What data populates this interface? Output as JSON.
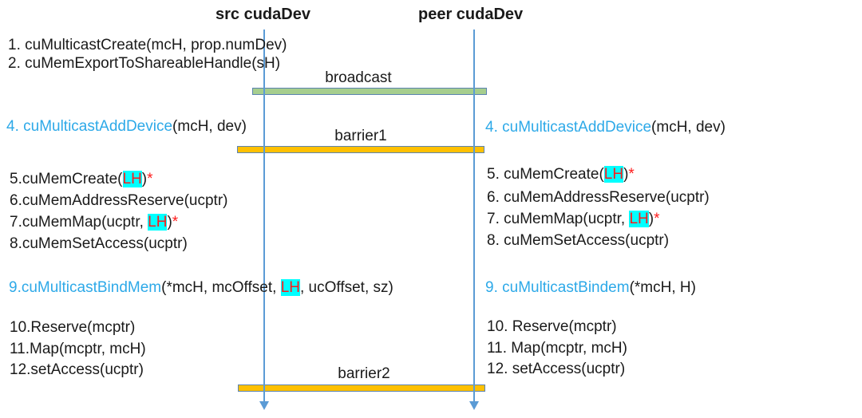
{
  "colors": {
    "text_black": "#1a1a1a",
    "call_blue": "#2da9e8",
    "highlight_cyan": "#00ffff",
    "highlight_red": "#ff1a1a",
    "lifeline_blue": "#5b9bd5",
    "bar_border": "#5b83b0",
    "broadcast_fill": "#a6ce8e",
    "barrier_fill": "#ffc000"
  },
  "actors": {
    "src": "src cudaDev",
    "peer": "peer cudaDev"
  },
  "sync_bars": {
    "broadcast": "broadcast",
    "barrier1": "barrier1",
    "barrier2": "barrier2"
  },
  "src_column": {
    "steps": {
      "s1": [
        {
          "t": "1. cuMulticastCreate(mcH, prop.numDev)",
          "s": "k"
        }
      ],
      "s2": [
        {
          "t": "2. cuMemExportToShareableHandle(sH)",
          "s": "k"
        }
      ],
      "s4": [
        {
          "t": "4. cuMulticastAddDevice",
          "s": "b"
        },
        {
          "t": "(mcH, dev)",
          "s": "k"
        }
      ],
      "s5": [
        {
          "t": "5.cuMemCreate(",
          "s": "k"
        },
        {
          "t": "LH",
          "s": "h"
        },
        {
          "t": ")",
          "s": "k"
        },
        {
          "t": "*",
          "s": "r"
        }
      ],
      "s6": [
        {
          "t": "6.cuMemAddressReserve(ucptr)",
          "s": "k"
        }
      ],
      "s7": [
        {
          "t": "7.cuMemMap(ucptr, ",
          "s": "k"
        },
        {
          "t": "LH",
          "s": "h"
        },
        {
          "t": ")",
          "s": "k"
        },
        {
          "t": "*",
          "s": "r"
        }
      ],
      "s8": [
        {
          "t": "8.cuMemSetAccess(ucptr)",
          "s": "k"
        }
      ],
      "s9": [
        {
          "t": "9.cuMulticastBindMem",
          "s": "b"
        },
        {
          "t": "(*mcH, mcOffset, ",
          "s": "k"
        },
        {
          "t": "LH",
          "s": "h"
        },
        {
          "t": ", ucOffset, sz)",
          "s": "k"
        }
      ],
      "s10": [
        {
          "t": "10.Reserve(mcptr)",
          "s": "k"
        }
      ],
      "s11": [
        {
          "t": "11.Map(mcptr, mcH)",
          "s": "k"
        }
      ],
      "s12": [
        {
          "t": "12.setAccess(ucptr)",
          "s": "k"
        }
      ]
    }
  },
  "peer_column": {
    "steps": {
      "s4": [
        {
          "t": "4. cuMulticastAddDevice",
          "s": "b"
        },
        {
          "t": "(mcH, dev)",
          "s": "k"
        }
      ],
      "s5": [
        {
          "t": "5. cuMemCreate(",
          "s": "k"
        },
        {
          "t": "LH",
          "s": "h"
        },
        {
          "t": ")",
          "s": "k"
        },
        {
          "t": "*",
          "s": "r"
        }
      ],
      "s6": [
        {
          "t": "6. cuMemAddressReserve(ucptr)",
          "s": "k"
        }
      ],
      "s7": [
        {
          "t": "7. cuMemMap(ucptr, ",
          "s": "k"
        },
        {
          "t": "LH",
          "s": "h"
        },
        {
          "t": ")",
          "s": "k"
        },
        {
          "t": "*",
          "s": "r"
        }
      ],
      "s8": [
        {
          "t": "8. cuMemSetAccess(ucptr)",
          "s": "k"
        }
      ],
      "s9": [
        {
          "t": "9. cuMulticastBindem",
          "s": "b"
        },
        {
          "t": "(*mcH, H)",
          "s": "k"
        }
      ],
      "s10": [
        {
          "t": "10. Reserve(mcptr)",
          "s": "k"
        }
      ],
      "s11": [
        {
          "t": "11. Map(mcptr, mcH)",
          "s": "k"
        }
      ],
      "s12": [
        {
          "t": "12. setAccess(ucptr)",
          "s": "k"
        }
      ]
    }
  }
}
